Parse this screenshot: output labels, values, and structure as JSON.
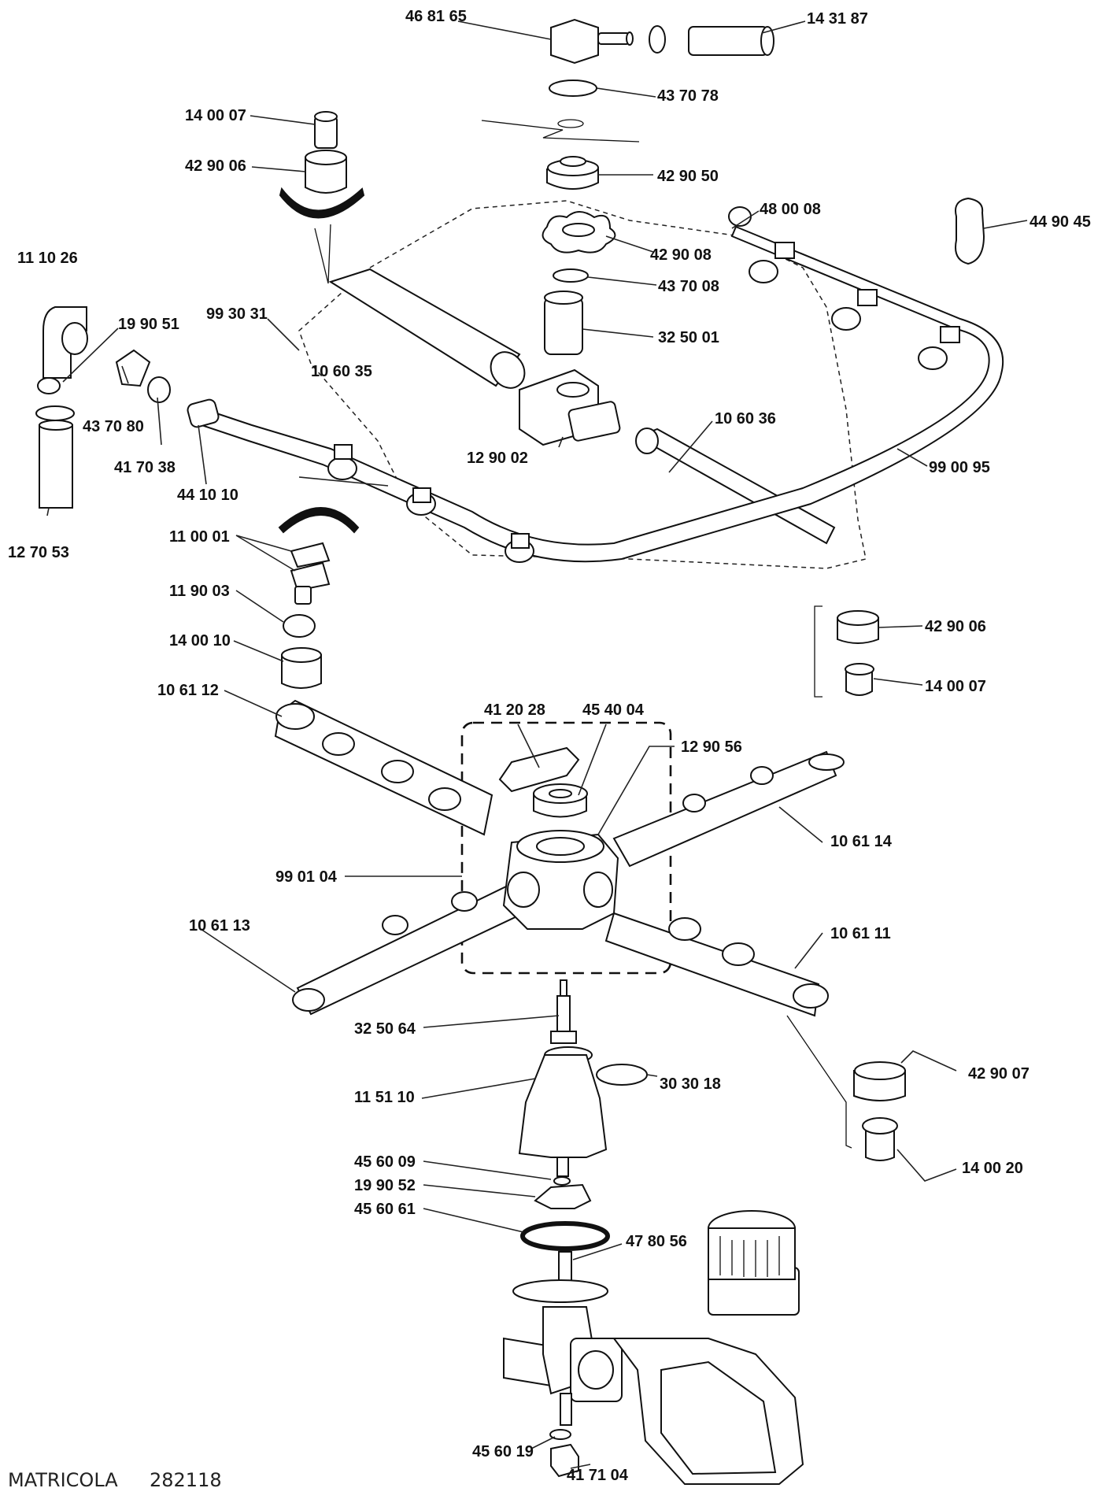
{
  "title": "",
  "footer": {
    "serial_label": "MATRICOLA",
    "serial_number": "282118"
  },
  "parts": [
    "46 81 65",
    "14 31 87",
    "43 70 78",
    "14 00 07",
    "42 90 06",
    "42 90 50",
    "48 00 08",
    "44 90 45",
    "11 10 26",
    "42 90 08",
    "43 70 08",
    "99 30 31",
    "19 90 51",
    "32 50 01",
    "10 60 35",
    "43 70 80",
    "41 70 38",
    "10 60 36",
    "12 90 02",
    "99 00 95",
    "44 10 10",
    "12 70 53",
    "11 00 01",
    "11 90 03",
    "14 00 10",
    "42 90 06",
    "14 00 07",
    "10 61 12",
    "41 20 28",
    "45 40 04",
    "12 90 56",
    "10 61 14",
    "99 01 04",
    "10 61 13",
    "10 61 11",
    "32 50 64",
    "42 90 07",
    "30 30 18",
    "11 51 10",
    "14 00 20",
    "45 60 09",
    "19 90 52",
    "45 60 61",
    "47 80 56",
    "45 60 19",
    "41 71 04"
  ]
}
